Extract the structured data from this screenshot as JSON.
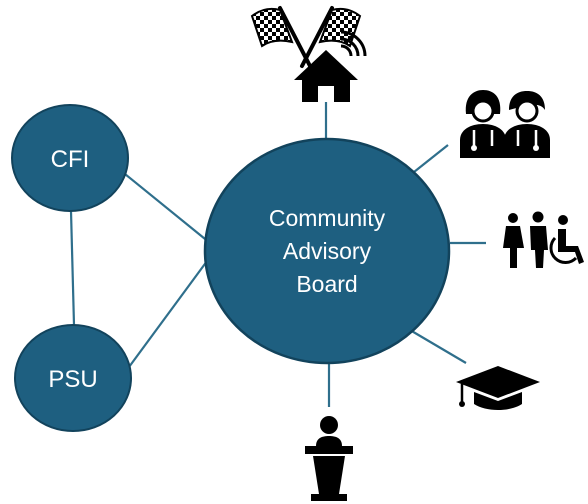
{
  "nodes": {
    "center": {
      "lines": [
        "Community",
        "Advisory",
        "Board"
      ]
    },
    "cfi": {
      "label": "CFI"
    },
    "psu": {
      "label": "PSU"
    }
  },
  "icons": [
    "checkered-flags-icon",
    "smart-home-icon",
    "healthcare-workers-icon",
    "family-accessibility-icon",
    "graduation-cap-icon",
    "speaker-podium-icon"
  ],
  "colors": {
    "node_fill": "#1e5f80",
    "node_stroke": "#12435c",
    "connector": "#2f6f8c",
    "icon": "#000000",
    "text": "#ffffff"
  }
}
